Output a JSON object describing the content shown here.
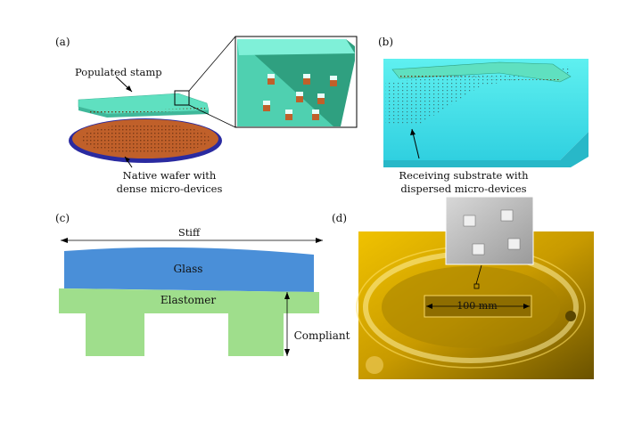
{
  "panels": {
    "a": {
      "tag": "(a)",
      "stamp_label": "Populated stamp",
      "wafer_label_line1": "Native wafer with",
      "wafer_label_line2": "dense micro-devices"
    },
    "b": {
      "tag": "(b)",
      "substrate_label_line1": "Receiving substrate with",
      "substrate_label_line2": "dispersed micro-devices"
    },
    "c": {
      "tag": "(c)",
      "stiff_label": "Stiff",
      "glass_label": "Glass",
      "elastomer_label": "Elastomer",
      "compliant_label": "Compliant"
    },
    "d": {
      "tag": "(d)",
      "scale_label": "100 mm"
    }
  },
  "colors": {
    "stamp": "#5fe0c0",
    "wafer": "#c0602a",
    "wafer_rim": "#2a2aa0",
    "substrate": "#40e0e8",
    "glass": "#4a8fd8",
    "elastomer": "#9fde8c",
    "photo": "#c9a000"
  }
}
